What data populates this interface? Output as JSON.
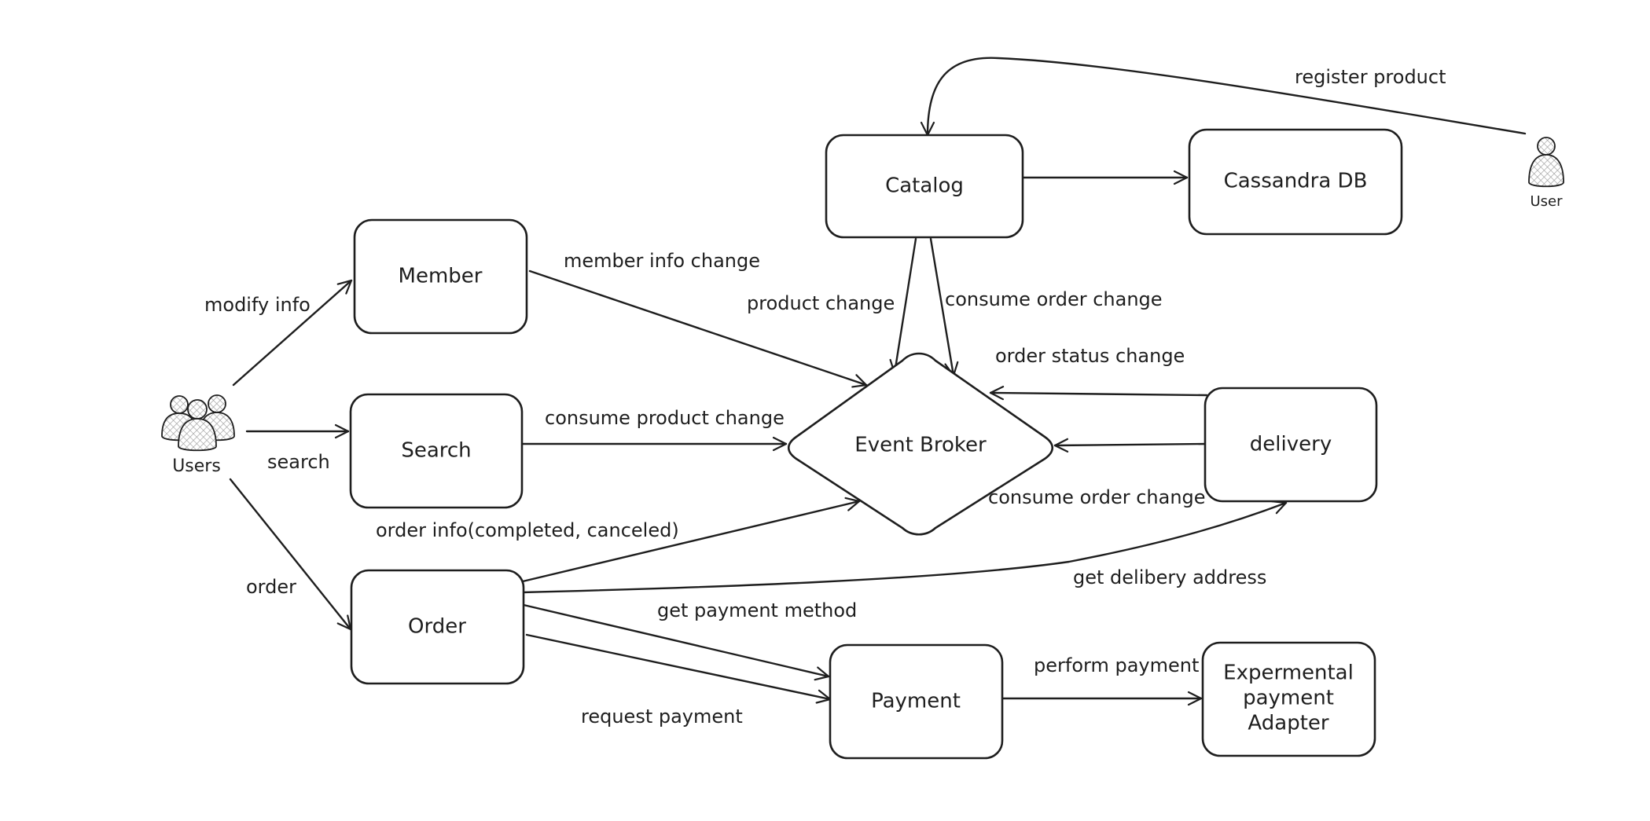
{
  "nodes": {
    "member": "Member",
    "search": "Search",
    "order": "Order",
    "catalog": "Catalog",
    "cassandra": "Cassandra DB",
    "event_broker": "Event Broker",
    "delivery": "delivery",
    "payment": "Payment",
    "adapter_lines": [
      "Expermental",
      "payment",
      "Adapter"
    ]
  },
  "actors": {
    "users": "Users",
    "user": "User"
  },
  "edge_labels": {
    "register_product": "register product",
    "member_info_change": "member info change",
    "modify_info": "modify info",
    "product_change": "product change",
    "consume_order_change_catalog": "consume order change",
    "order_status_change": "order status change",
    "consume_product_change": "consume product change",
    "search": "search",
    "consume_order_change_delivery": "consume order change",
    "order_info": "order info(completed, canceled)",
    "order": "order",
    "get_delibery_address": "get delibery address",
    "get_payment_method": "get payment method",
    "perform_payment": "perform payment",
    "request_payment": "request payment"
  }
}
